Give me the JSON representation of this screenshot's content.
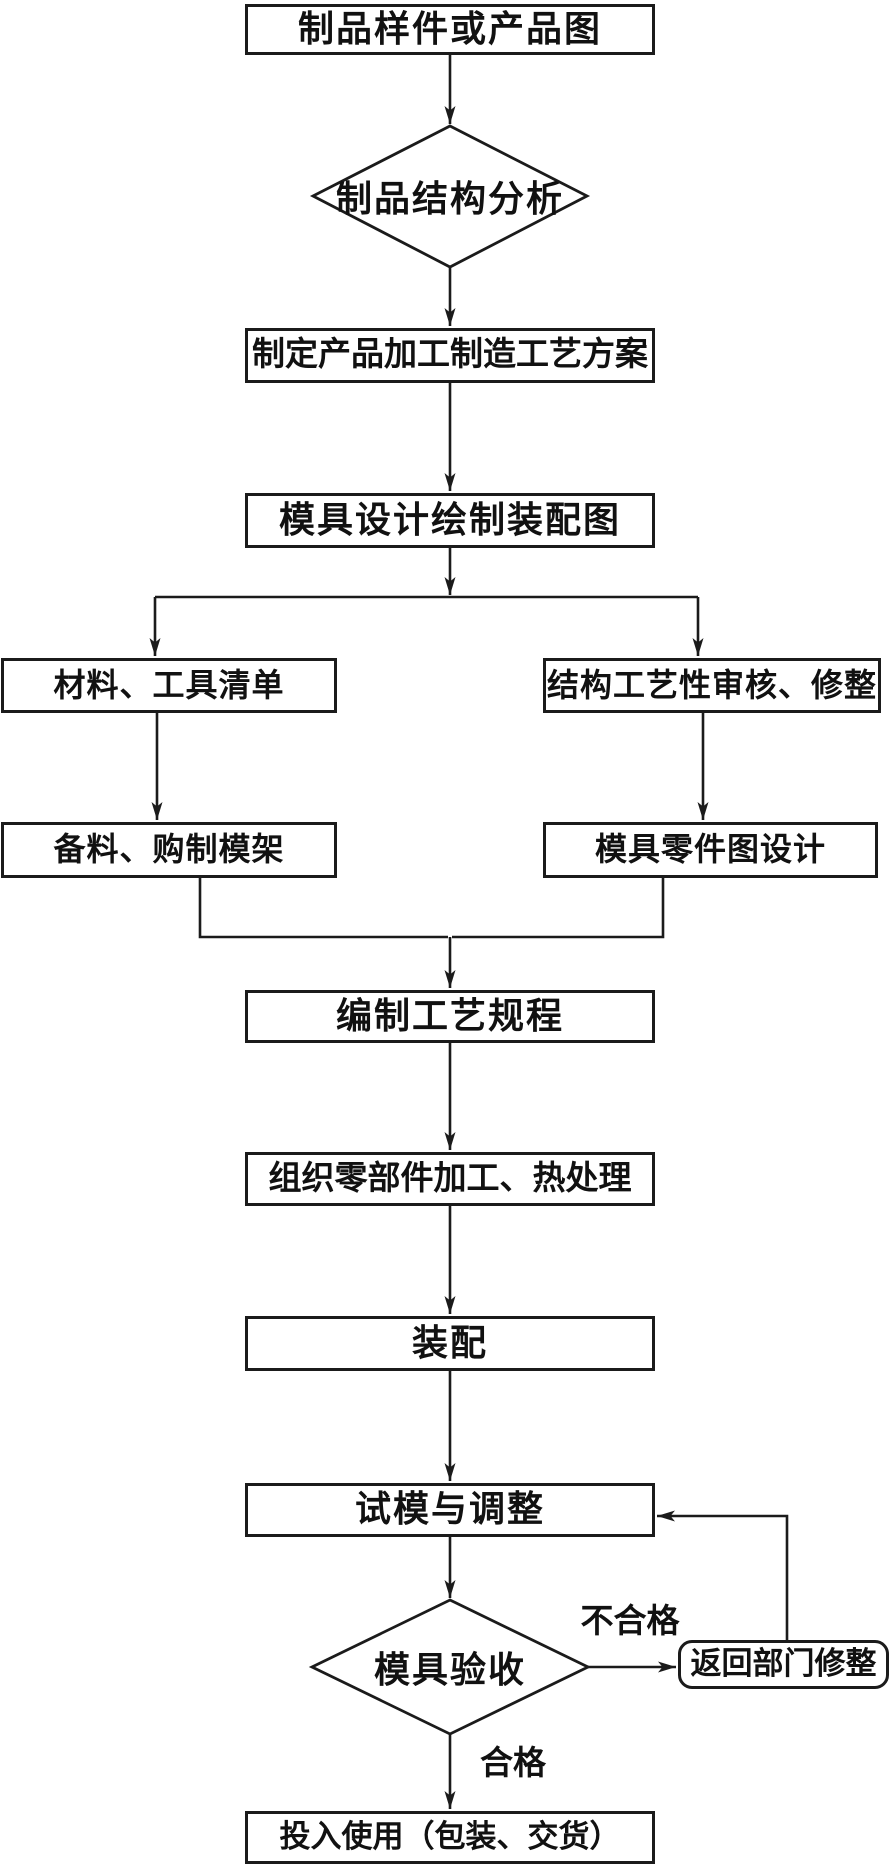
{
  "diagram": {
    "type": "flowchart",
    "language": "zh-CN",
    "colors": {
      "background": "#ffffff",
      "line": "#1b1b1b",
      "text": "#111111"
    },
    "nodes": {
      "product_sample": "制品样件或产品图",
      "structure_analysis": "制品结构分析",
      "process_plan": "制定产品加工制造工艺方案",
      "mold_assembly_drawing": "模具设计绘制装配图",
      "material_tool_list": "材料、工具清单",
      "structure_review": "结构工艺性审核、修整",
      "prepare_materials": "备料、购制模架",
      "part_drawing_design": "模具零件图设计",
      "process_regulation": "编制工艺规程",
      "machining_heat_treatment": "组织零部件加工、热处理",
      "assembly": "装配",
      "trial_adjustment": "试模与调整",
      "mold_acceptance": "模具验收",
      "return_rework": "返回部门修整",
      "put_into_use": "投入使用（包装、交货）"
    },
    "edge_labels": {
      "fail": "不合格",
      "pass": "合格"
    }
  }
}
